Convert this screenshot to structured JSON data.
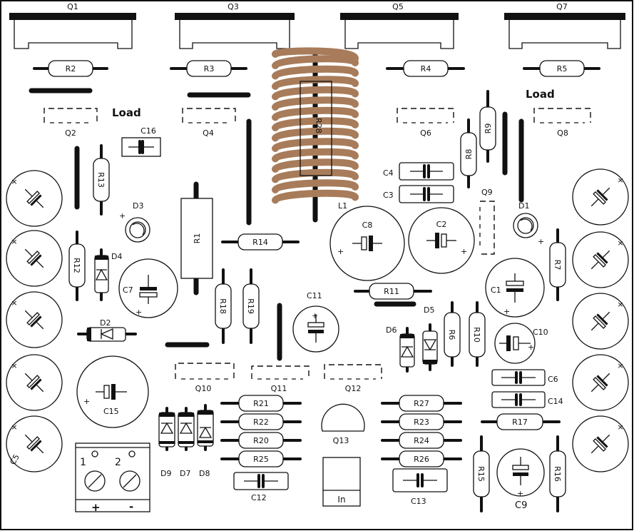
{
  "transistors_top": [
    "Q1",
    "Q3",
    "Q5",
    "Q7"
  ],
  "load_labels": [
    "Load",
    "Load"
  ],
  "q_small": [
    "Q2",
    "Q4",
    "Q6",
    "Q8",
    "Q9",
    "Q10",
    "Q11",
    "Q12",
    "Q13"
  ],
  "resistors": {
    "R1": "R1",
    "R2": "R2",
    "R3": "R3",
    "R4": "R4",
    "R5": "R5",
    "R6": "R6",
    "R7": "R7",
    "R8": "R8",
    "R9": "R9",
    "R10": "R10",
    "R11": "R11",
    "R12": "R12",
    "R13": "R13",
    "R14": "R14",
    "R15": "R15",
    "R16": "R16",
    "R17": "R17",
    "R18": "R18",
    "R19": "R19",
    "R20": "R20",
    "R21": "R21",
    "R22": "R22",
    "R23": "R23",
    "R24": "R24",
    "R25": "R25",
    "R26": "R26",
    "R27": "R27",
    "R28": "R28"
  },
  "capacitors": {
    "C1": "C1",
    "C2": "C2",
    "C3": "C3",
    "C4": "C4",
    "C5": "C5",
    "C6": "C6",
    "C7": "C7",
    "C8": "C8",
    "C9": "C9",
    "C10": "C10",
    "C11": "C11",
    "C12": "C12",
    "C13": "C13",
    "C14": "C14",
    "C15": "C15",
    "C16": "C16"
  },
  "diodes": {
    "D1": "D1",
    "D2": "D2",
    "D3": "D3",
    "D4": "D4",
    "D5": "D5",
    "D6": "D6",
    "D7": "D7",
    "D8": "D8",
    "D9": "D9"
  },
  "inductor": "L1",
  "connector": {
    "pin1": "1",
    "pin2": "2",
    "plus": "+",
    "minus": "-"
  },
  "input_label": "In",
  "polarity": {
    "plus": "+",
    "minus": "×"
  },
  "colors": {
    "coil": "#a87c5a",
    "ink": "#111111",
    "board": "#ffffff"
  }
}
